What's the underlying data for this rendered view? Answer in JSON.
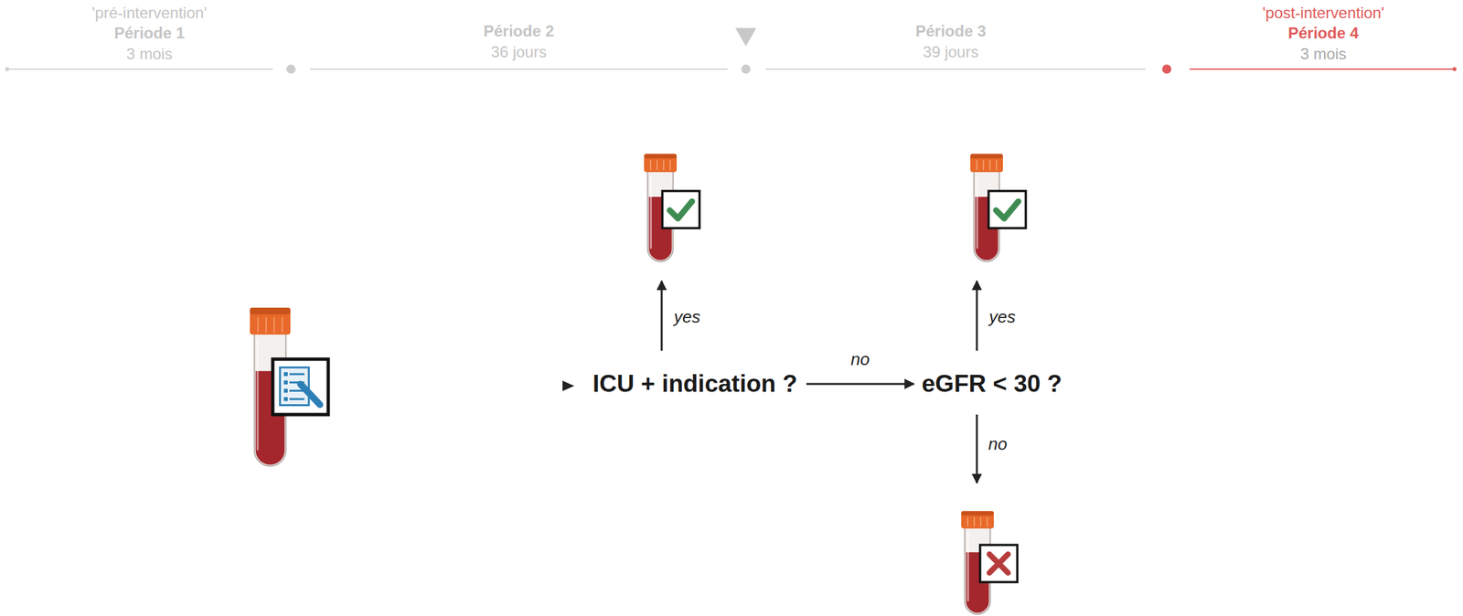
{
  "diagram": {
    "nodes": [
      {
        "text": [
          "ICU + indication ?"
        ]
      },
      {
        "text": [
          "eGFR < 30 ?"
        ]
      }
    ],
    "edges": [
      {
        "from": 0,
        "to": 1,
        "arrow": "to",
        "label": "no"
      }
    ],
    "labels": [
      "'pré-intervention'",
      "Période 1",
      "3 mois",
      "Période 2",
      "36 jours",
      "Période 3",
      "39 jours",
      "'post-intervention'",
      "Période 4",
      "3 mois",
      "yes",
      "yes",
      "no"
    ]
  }
}
